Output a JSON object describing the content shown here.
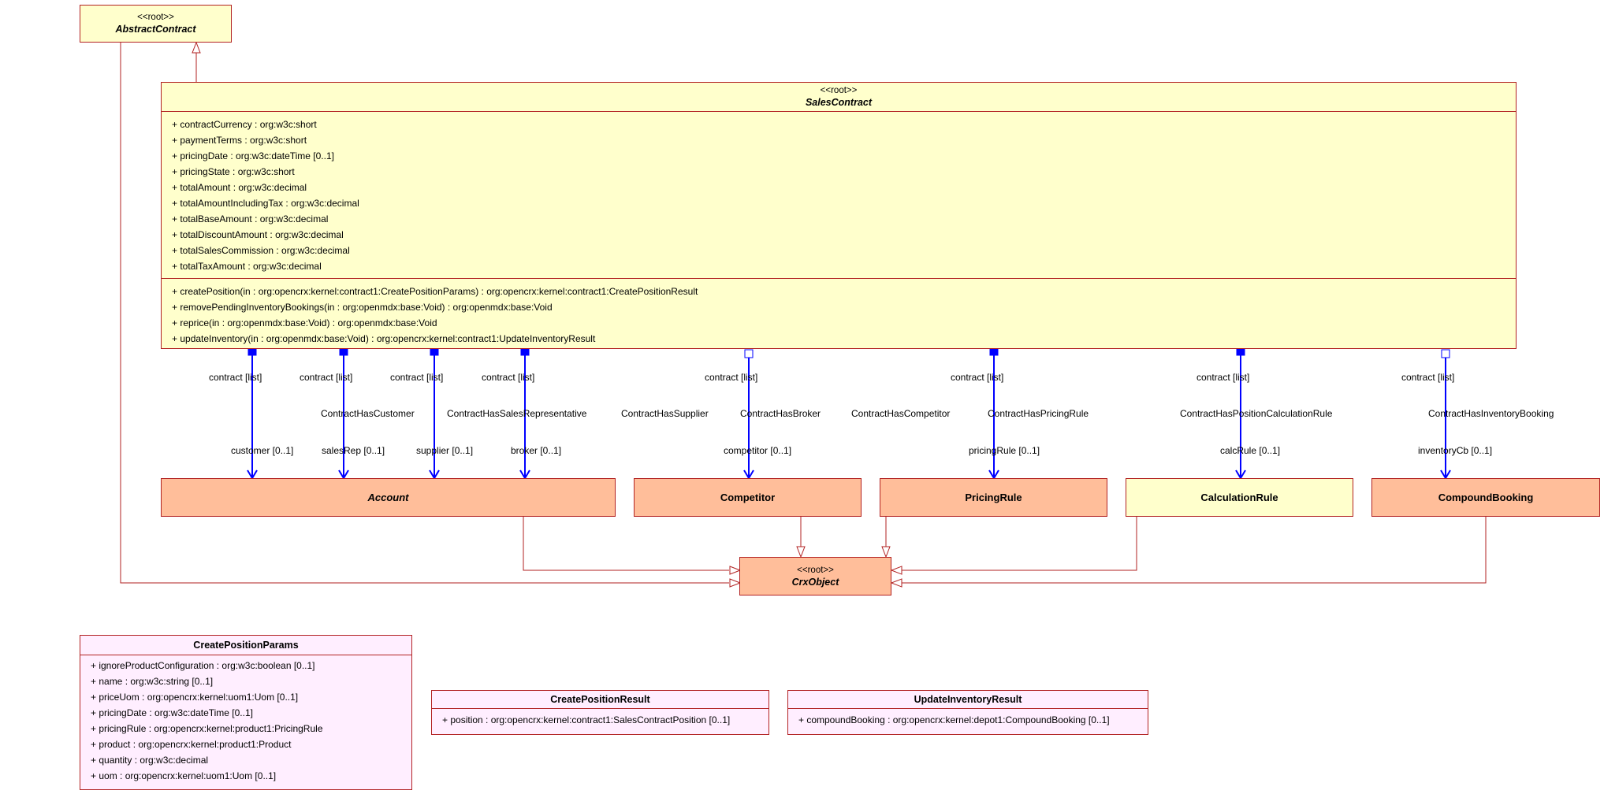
{
  "colors": {
    "class_border": "#b22222",
    "root_fill": "#ffffcc",
    "entity_fill": "#ffbe9a",
    "struct_fill": "#ffeeff",
    "association": "#0000ff",
    "generalization": "#b22222"
  },
  "classes": {
    "abstract_contract": {
      "stereotype": "<<root>>",
      "name": "AbstractContract"
    },
    "sales_contract": {
      "stereotype": "<<root>>",
      "name": "SalesContract",
      "attributes": [
        "+ contractCurrency : org:w3c:short",
        "+ paymentTerms : org:w3c:short",
        "+ pricingDate : org:w3c:dateTime [0..1]",
        "+ pricingState : org:w3c:short",
        "+ totalAmount : org:w3c:decimal",
        "+ totalAmountIncludingTax : org:w3c:decimal",
        "+ totalBaseAmount : org:w3c:decimal",
        "+ totalDiscountAmount : org:w3c:decimal",
        "+ totalSalesCommission : org:w3c:decimal",
        "+ totalTaxAmount : org:w3c:decimal"
      ],
      "operations": [
        "+ createPosition(in : org:opencrx:kernel:contract1:CreatePositionParams) : org:opencrx:kernel:contract1:CreatePositionResult",
        "+ removePendingInventoryBookings(in : org:openmdx:base:Void) : org:openmdx:base:Void",
        "+ reprice(in : org:openmdx:base:Void) : org:openmdx:base:Void",
        "+ updateInventory(in : org:openmdx:base:Void) : org:opencrx:kernel:contract1:UpdateInventoryResult"
      ]
    },
    "account": {
      "name": "Account"
    },
    "competitor": {
      "name": "Competitor"
    },
    "pricing_rule": {
      "name": "PricingRule"
    },
    "calculation_rule": {
      "name": "CalculationRule"
    },
    "compound_booking": {
      "name": "CompoundBooking"
    },
    "crx_object": {
      "stereotype": "<<root>>",
      "name": "CrxObject"
    },
    "create_position_params": {
      "name": "CreatePositionParams",
      "attributes": [
        "+ ignoreProductConfiguration : org:w3c:boolean [0..1]",
        "+ name : org:w3c:string [0..1]",
        "+ priceUom : org:opencrx:kernel:uom1:Uom [0..1]",
        "+ pricingDate : org:w3c:dateTime [0..1]",
        "+ pricingRule : org:opencrx:kernel:product1:PricingRule",
        "+ product : org:opencrx:kernel:product1:Product",
        "+ quantity : org:w3c:decimal",
        "+ uom : org:opencrx:kernel:uom1:Uom [0..1]"
      ]
    },
    "create_position_result": {
      "name": "CreatePositionResult",
      "attributes": [
        "+ position : org:opencrx:kernel:contract1:SalesContractPosition [0..1]"
      ]
    },
    "update_inventory_result": {
      "name": "UpdateInventoryResult",
      "attributes": [
        "+ compoundBooking : org:opencrx:kernel:depot1:CompoundBooking [0..1]"
      ]
    }
  },
  "associations": [
    {
      "name": "ContractHasCustomer",
      "source_role": "contract [list]",
      "target_role": "customer [0..1]"
    },
    {
      "name": "ContractHasSalesRepresentative",
      "source_role": "contract [list]",
      "target_role": "salesRep [0..1]"
    },
    {
      "name": "ContractHasSupplier",
      "source_role": "contract [list]",
      "target_role": "supplier [0..1]"
    },
    {
      "name": "ContractHasBroker",
      "source_role": "contract [list]",
      "target_role": "broker [0..1]"
    },
    {
      "name": "ContractHasCompetitor",
      "source_role": "contract [list]",
      "target_role": "competitor [0..1]"
    },
    {
      "name": "ContractHasPricingRule",
      "source_role": "contract [list]",
      "target_role": "pricingRule [0..1]"
    },
    {
      "name": "ContractHasPositionCalculationRule",
      "source_role": "contract [list]",
      "target_role": "calcRule [0..1]"
    },
    {
      "name": "ContractHasInventoryBooking",
      "source_role": "contract [list]",
      "target_role": "inventoryCb [0..1]"
    }
  ]
}
